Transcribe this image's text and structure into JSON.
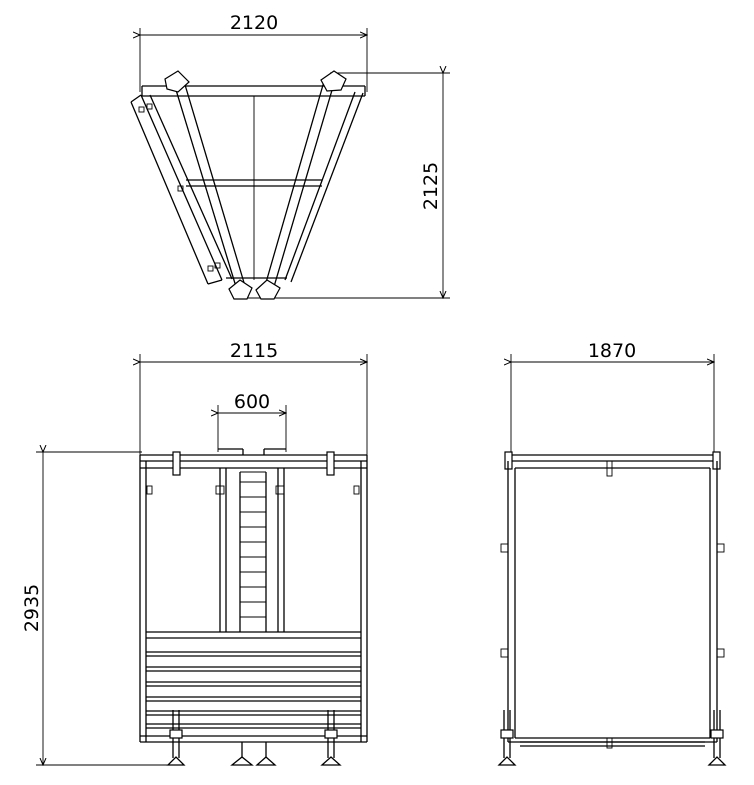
{
  "top_view": {
    "width_label": "2120",
    "depth_label": "2125"
  },
  "front_view": {
    "width_label": "2115",
    "opening_label": "600",
    "height_label": "2935"
  },
  "side_view": {
    "width_label": "1870"
  },
  "colors": {
    "line": "#000000",
    "background": "#ffffff"
  }
}
